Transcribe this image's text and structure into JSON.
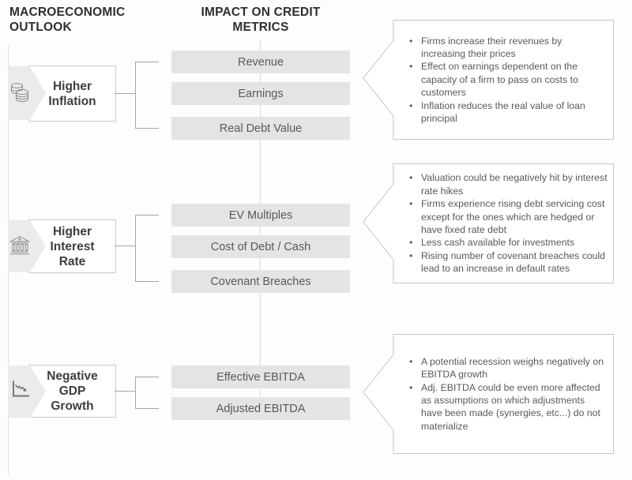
{
  "header": {
    "left_title": "MACROECONOMIC OUTLOOK",
    "center_title": "IMPACT ON CREDIT METRICS"
  },
  "colors": {
    "bar_fill": "#e4e4e4",
    "text_gray": "#595959",
    "node_border": "#c9c9c9",
    "chevron_fill": "#ebebeb",
    "connector": "#a6a6a6",
    "spine": "#dcdcdc"
  },
  "rows": [
    {
      "label": "Higher Inflation",
      "icon": "coins-icon",
      "metrics": [
        "Revenue",
        "Earnings",
        "Real Debt Value"
      ],
      "bullets": [
        "Firms increase their revenues by increasing their prices",
        "Effect on earnings dependent on the capacity of a firm to pass on costs to customers",
        "Inflation reduces the real value of loan principal"
      ]
    },
    {
      "label": "Higher Interest Rate",
      "icon": "bank-icon",
      "metrics": [
        "EV Multiples",
        "Cost of Debt / Cash",
        "Covenant Breaches"
      ],
      "bullets": [
        "Valuation could be negatively hit by interest rate hikes",
        "Firms experience rising debt servicing cost except for the ones which are hedged or have fixed rate debt",
        "Less cash available for investments",
        "Rising number of covenant breaches could lead to an increase in default rates"
      ]
    },
    {
      "label": "Negative GDP Growth",
      "icon": "declining-chart-icon",
      "metrics": [
        "Effective EBITDA",
        "Adjusted EBITDA"
      ],
      "bullets": [
        "A potential recession weighs negatively on EBITDA growth",
        "Adj. EBITDA could be even more affected as assumptions on which adjustments have been made (synergies, etc...) do not materialize"
      ]
    }
  ]
}
